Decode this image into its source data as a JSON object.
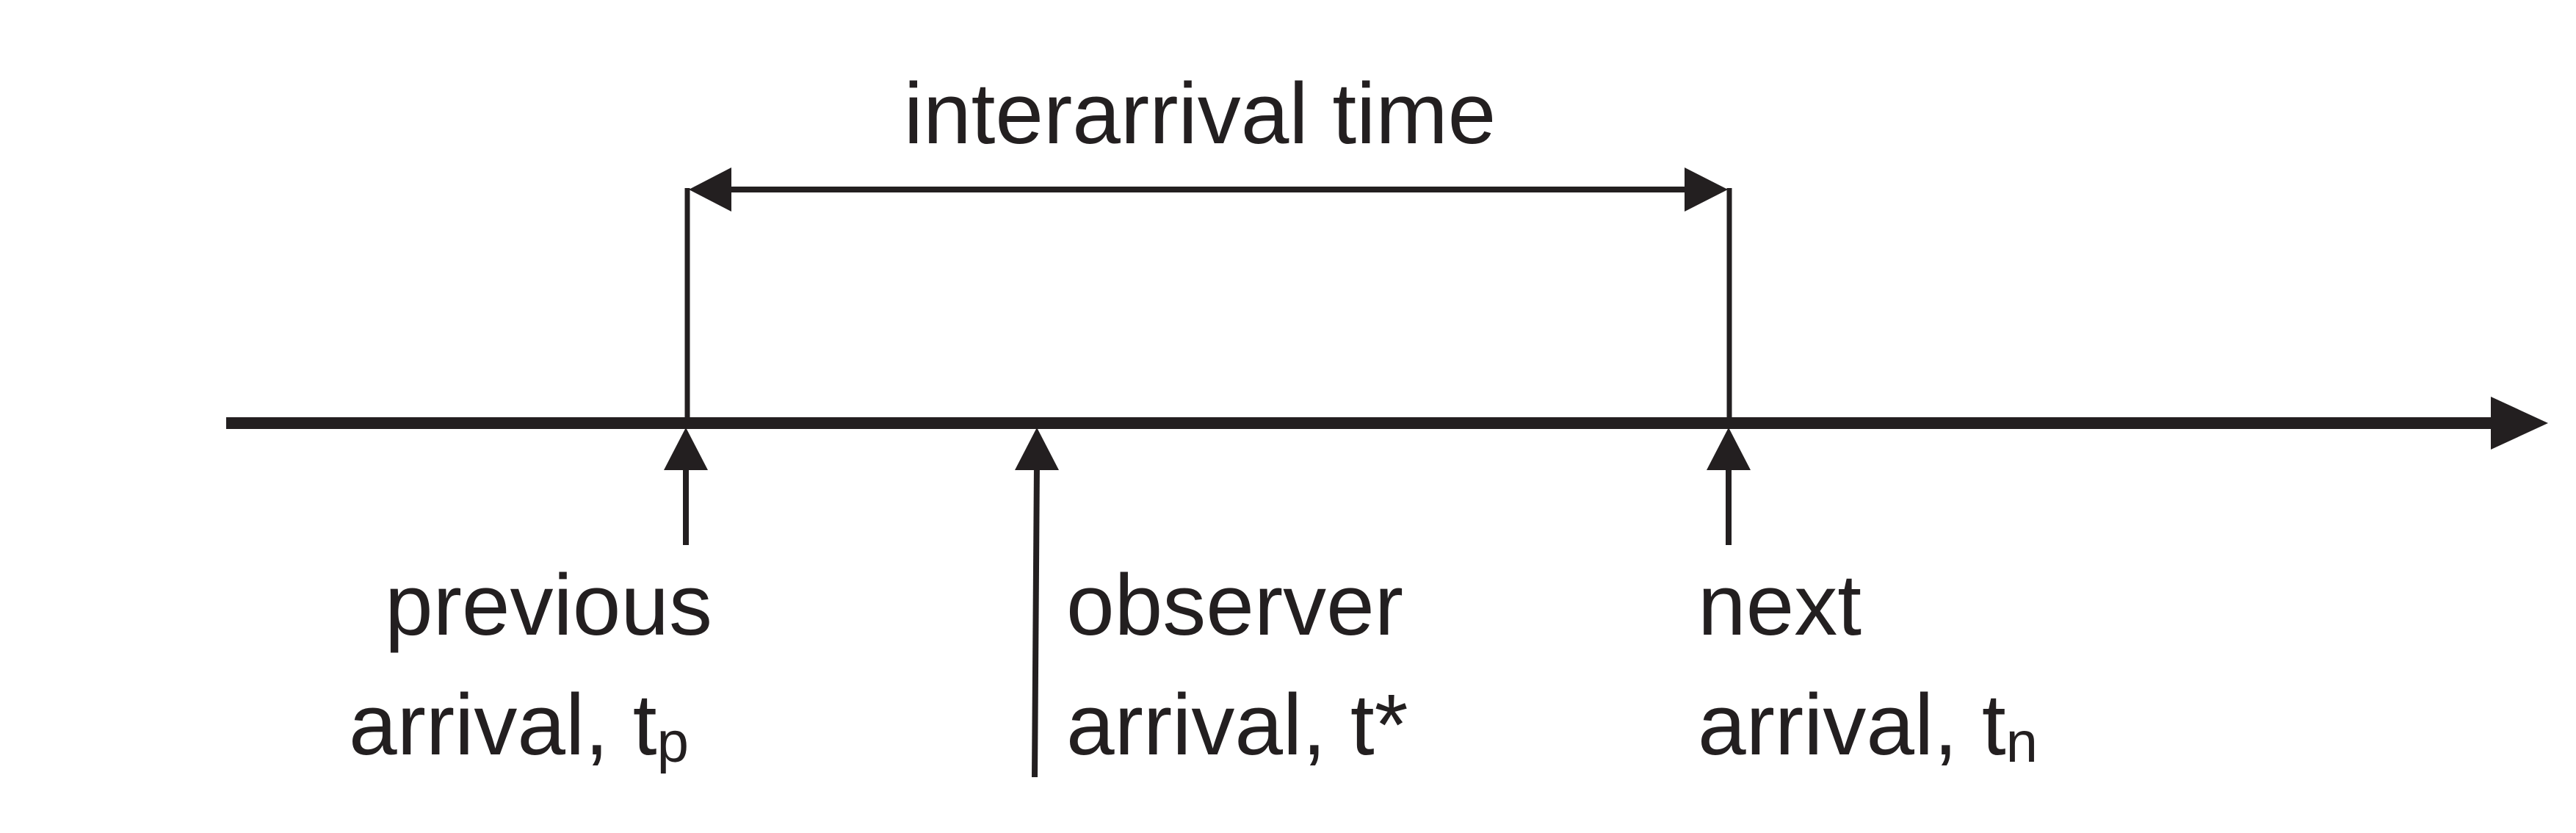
{
  "interval_label": "interarrival time",
  "previous": {
    "line1": "previous",
    "line2_main": "arrival, t",
    "line2_sub": "p"
  },
  "observer": {
    "line1": "observer",
    "line2": "arrival, t*"
  },
  "next": {
    "line1": "next",
    "line2_main": "arrival, t",
    "line2_sub": "n"
  },
  "colors": {
    "ink": "#231f20",
    "background": "#ffffff"
  }
}
